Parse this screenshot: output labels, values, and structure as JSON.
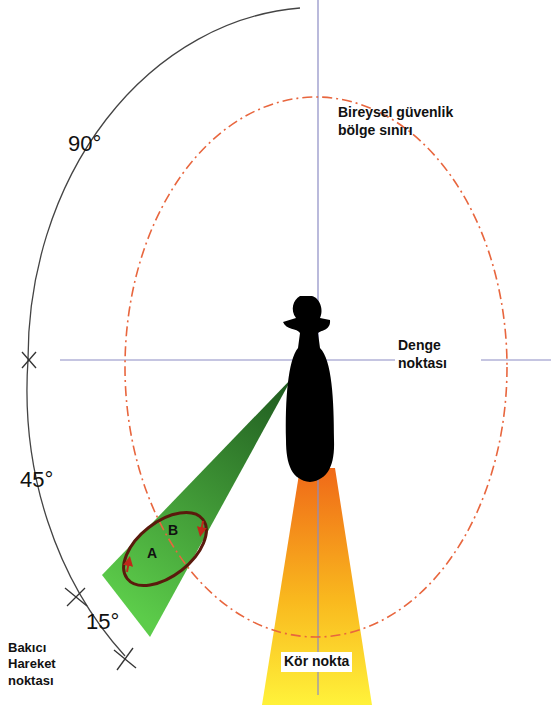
{
  "diagram": {
    "labels": [
      "90°",
      "Bireysel güvenlik bölge sınırı",
      "Denge noktası",
      "45°",
      "A",
      "B",
      "15°",
      "Bakıcı Hareket noktası",
      "Kör nokta"
    ]
  }
}
